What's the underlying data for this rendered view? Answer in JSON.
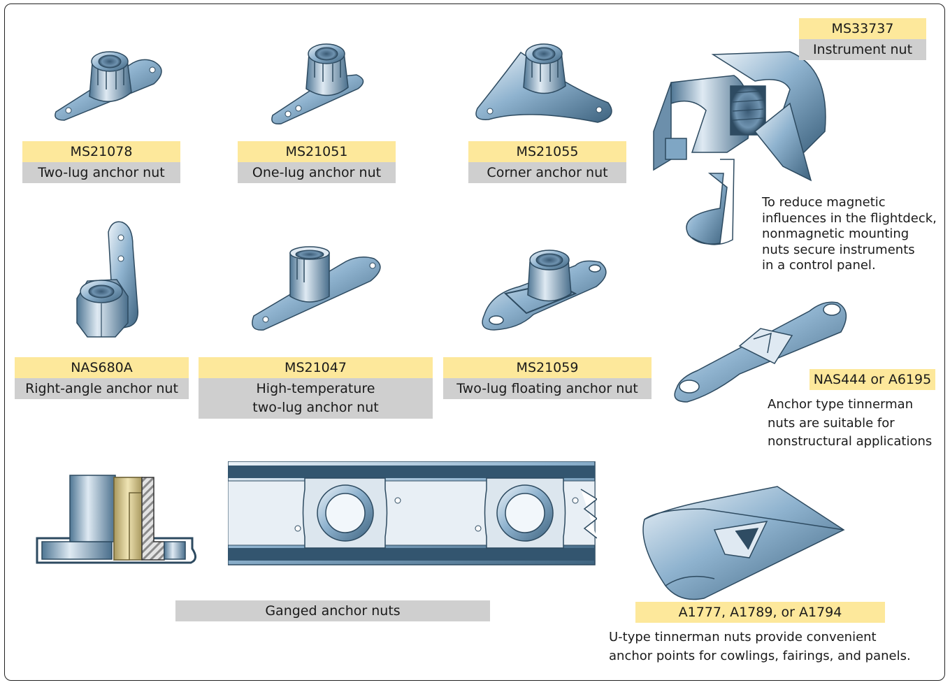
{
  "items": [
    {
      "code": "MS21078",
      "name": "Two-lug anchor nut"
    },
    {
      "code": "MS21051",
      "name": "One-lug anchor nut"
    },
    {
      "code": "MS21055",
      "name": "Corner anchor nut"
    },
    {
      "code": "MS33737",
      "name": "Instrument nut",
      "note": [
        "To reduce magnetic",
        "influences in the flightdeck,",
        "nonmagnetic mounting",
        "nuts secure instruments",
        "in a control panel."
      ]
    },
    {
      "code": "NAS680A",
      "name": "Right-angle anchor nut"
    },
    {
      "code": "MS21047",
      "name_lines": [
        "High-temperature",
        "two-lug anchor nut"
      ]
    },
    {
      "code": "MS21059",
      "name": "Two-lug floating anchor nut"
    },
    {
      "code": "NAS444 or A6195",
      "note": [
        "Anchor type tinnerman",
        "nuts are suitable for",
        "nonstructural applications"
      ]
    },
    {
      "name": "Ganged anchor nuts"
    },
    {
      "code": "A1777, A1789, or A1794",
      "note": [
        "U-type tinnerman nuts provide convenient",
        "anchor points for cowlings, fairings, and panels."
      ]
    }
  ],
  "colors": {
    "code_bg": "#fde89b",
    "name_bg": "#cfcfcf",
    "metal": "#7fa6c4",
    "metal_dark": "#4d7290",
    "brass": "#cdbd83"
  }
}
